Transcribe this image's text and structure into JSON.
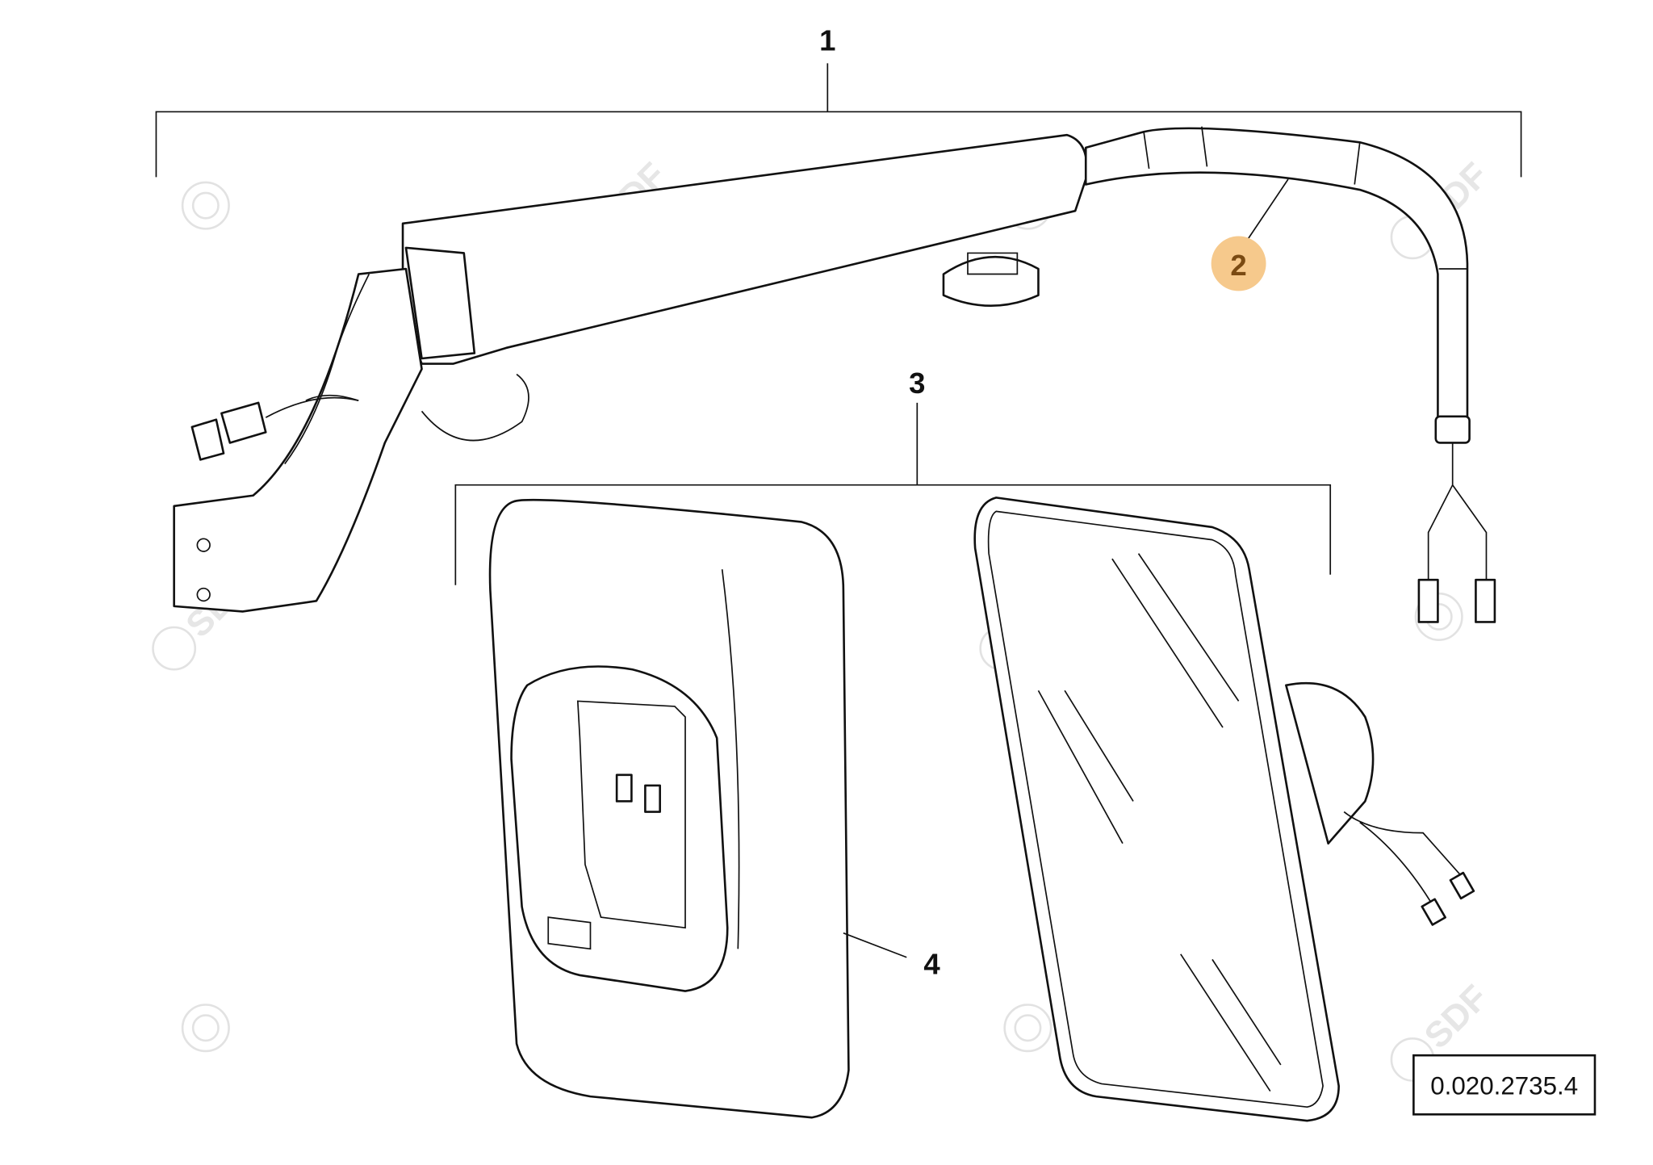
{
  "diagram": {
    "callouts": {
      "c1": "1",
      "c2": "2",
      "c3": "3",
      "c4": "4"
    },
    "reference_number": "0.020.2735.4",
    "watermark": "SDF",
    "highlight_color": "#f6c98c",
    "highlight_text_color": "#7a4a12"
  }
}
